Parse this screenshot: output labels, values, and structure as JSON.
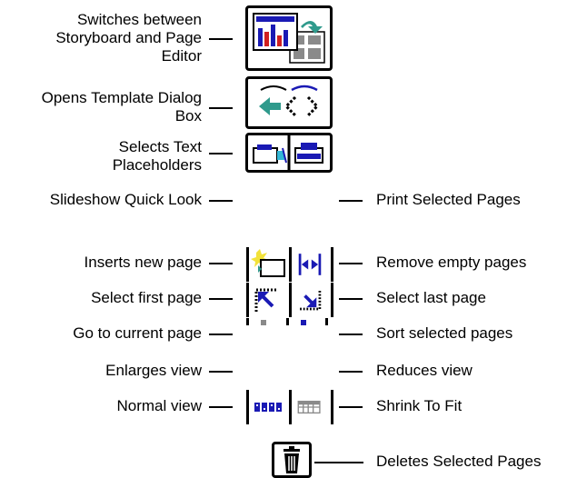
{
  "callouts": {
    "switch": "Switches between Storyboard and Page Editor",
    "template": "Opens Template Dialog Box",
    "select_text": "Selects Text Placeholders",
    "slideshow": "Slideshow Quick Look",
    "print": "Print Selected Pages",
    "insert": "Inserts new page",
    "remove_empty": "Remove empty pages",
    "select_first": "Select first page",
    "select_last": "Select last page",
    "goto_current": "Go to current page",
    "sort": "Sort selected pages",
    "enlarge": "Enlarges view",
    "reduce": "Reduces view",
    "normal": "Normal view",
    "shrink": "Shrink To Fit",
    "delete": "Deletes Selected Pages"
  },
  "icons": {
    "switch": "storyboard-page-editor-switch-icon",
    "template": "template-dialog-icon",
    "text_placeholder": "text-placeholder-icon",
    "insert": "insert-page-icon",
    "remove_empty": "remove-empty-pages-icon",
    "first": "first-page-icon",
    "last": "last-page-icon",
    "normal": "normal-view-icon",
    "shrink": "shrink-to-fit-icon",
    "trash": "trash-icon"
  },
  "colors": {
    "blue": "#1a1ab4",
    "teal": "#2f9a8c",
    "cyan": "#33b7d6",
    "yellow": "#f2e23a",
    "red": "#d02020",
    "gray": "#8a8a8a"
  }
}
